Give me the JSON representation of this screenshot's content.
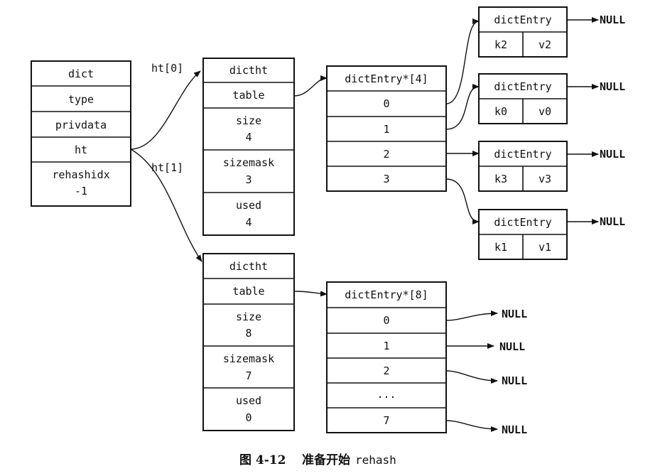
{
  "dict": {
    "fields": [
      "dict",
      "type",
      "privdata",
      "ht"
    ],
    "rehashidx_label": "rehashidx",
    "rehashidx_value": "-1"
  },
  "ht_labels": [
    "ht[0]",
    "ht[1]"
  ],
  "ht0": {
    "title": "dictht",
    "table": "table",
    "size_label": "size",
    "size_value": "4",
    "sizemask_label": "sizemask",
    "sizemask_value": "3",
    "used_label": "used",
    "used_value": "4"
  },
  "ht1": {
    "title": "dictht",
    "table": "table",
    "size_label": "size",
    "size_value": "8",
    "sizemask_label": "sizemask",
    "sizemask_value": "7",
    "used_label": "used",
    "used_value": "0"
  },
  "table0": {
    "title": "dictEntry*[4]",
    "slots": [
      "0",
      "1",
      "2",
      "3"
    ]
  },
  "table1": {
    "title": "dictEntry*[8]",
    "slots": [
      "0",
      "1",
      "2",
      "...",
      "7"
    ],
    "nulls": [
      "NULL",
      "NULL",
      "NULL",
      "NULL"
    ]
  },
  "entries": [
    {
      "title": "dictEntry",
      "key": "k2",
      "value": "v2",
      "next": "NULL"
    },
    {
      "title": "dictEntry",
      "key": "k0",
      "value": "v0",
      "next": "NULL"
    },
    {
      "title": "dictEntry",
      "key": "k3",
      "value": "v3",
      "next": "NULL"
    },
    {
      "title": "dictEntry",
      "key": "k1",
      "value": "v1",
      "next": "NULL"
    }
  ],
  "caption": {
    "figure": "图 4-12",
    "text_cn": "准备开始",
    "text_code": "rehash"
  }
}
